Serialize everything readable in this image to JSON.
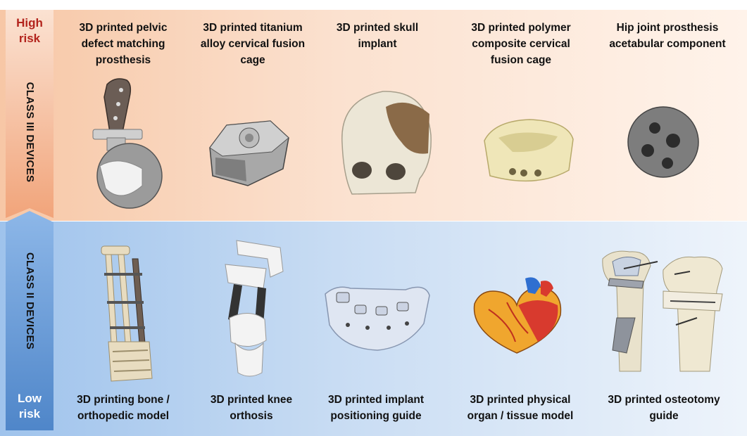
{
  "risk": {
    "high": "High\nrisk",
    "high_line1": "High",
    "high_line2": "risk",
    "low_line1": "Low",
    "low_line2": "risk"
  },
  "classes": {
    "class3": "CLASS III DEVICES",
    "class2": "CLASS II DEVICES"
  },
  "colors": {
    "high_risk_text": "#b3241d",
    "top_arrow": "#f0a67c",
    "bottom_arrow": "#5f95d4"
  },
  "class3_items": [
    {
      "title_lines": [
        "3D printed pelvic",
        "defect matching",
        "prosthesis"
      ],
      "icon": "pelvic-prosthesis-icon"
    },
    {
      "title_lines": [
        "3D printed titanium",
        "alloy cervical fusion",
        "cage"
      ],
      "icon": "titanium-cage-icon"
    },
    {
      "title_lines": [
        "3D printed skull",
        "implant"
      ],
      "icon": "skull-implant-icon"
    },
    {
      "title_lines": [
        "3D printed polymer",
        "composite cervical",
        "fusion cage"
      ],
      "icon": "polymer-cage-icon"
    },
    {
      "title_lines": [
        "Hip joint prosthesis",
        "acetabular component"
      ],
      "icon": "acetabular-cup-icon"
    }
  ],
  "class2_items": [
    {
      "title_lines": [
        "3D printing bone /",
        "orthopedic model"
      ],
      "icon": "bone-model-icon"
    },
    {
      "title_lines": [
        "3D printed knee",
        "orthosis"
      ],
      "icon": "knee-orthosis-icon"
    },
    {
      "title_lines": [
        "3D printed implant",
        "positioning guide"
      ],
      "icon": "implant-guide-icon"
    },
    {
      "title_lines": [
        "3D printed physical",
        "organ / tissue model"
      ],
      "icon": "heart-model-icon"
    },
    {
      "title_lines": [
        "3D printed osteotomy",
        "guide"
      ],
      "icon": "osteotomy-guide-icon"
    }
  ]
}
